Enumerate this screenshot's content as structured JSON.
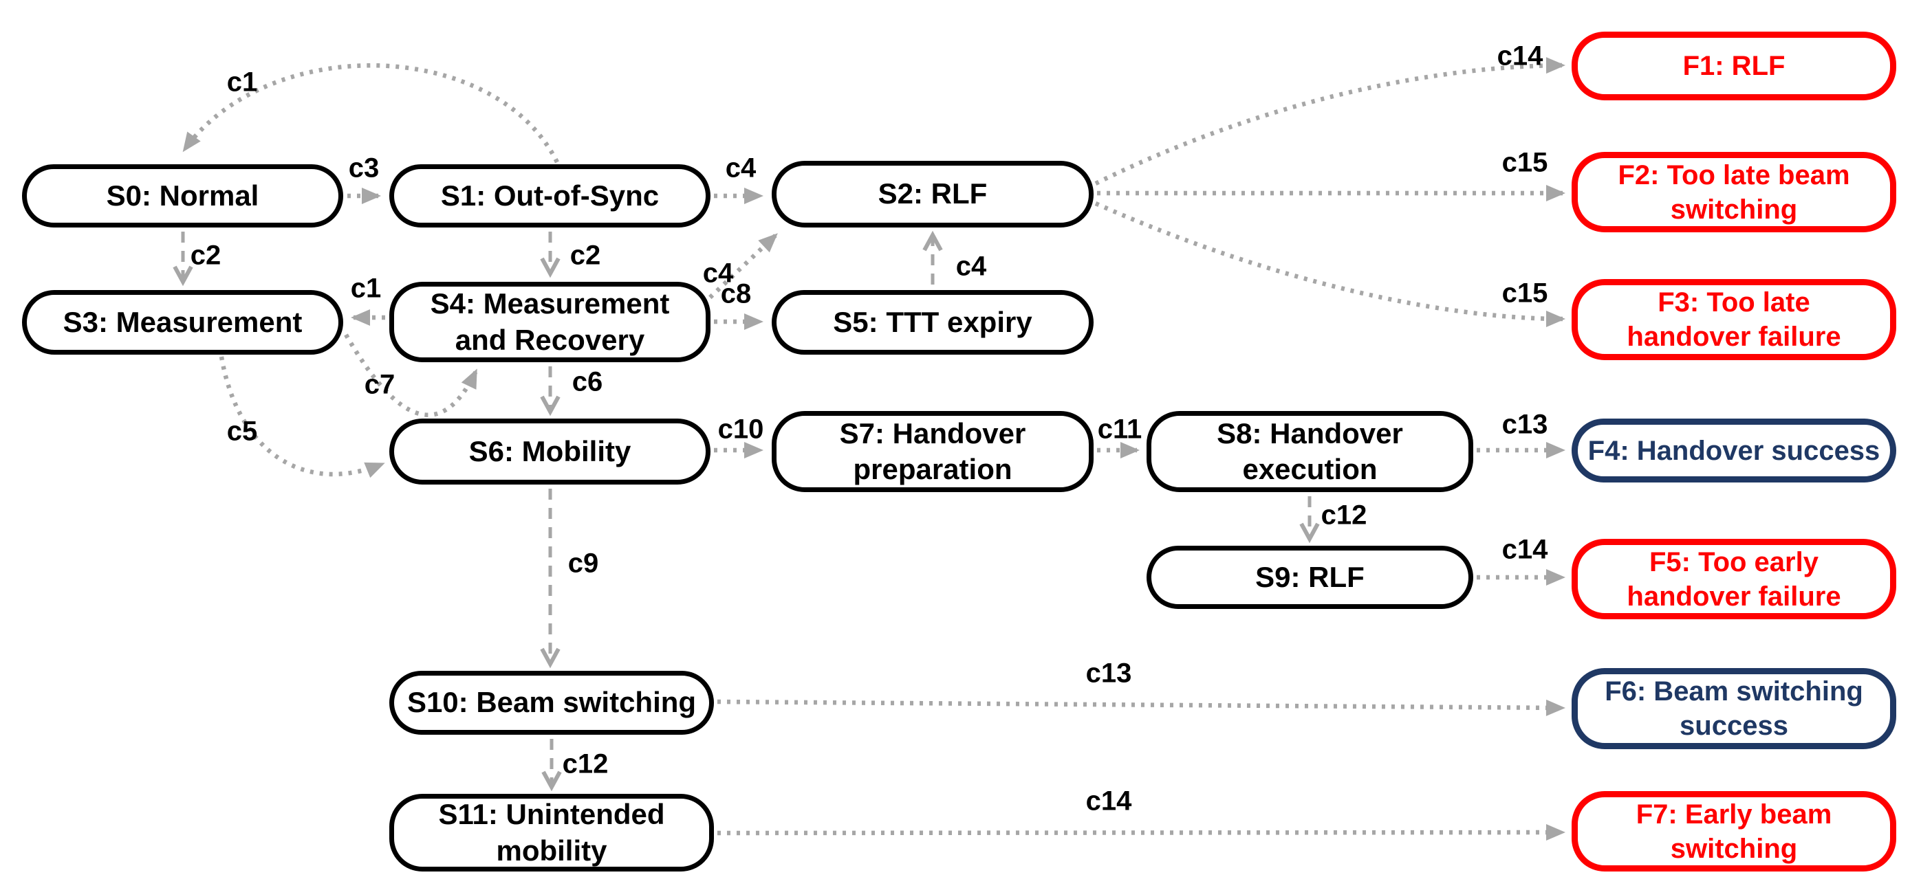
{
  "diagram": {
    "colors": {
      "state_border": "#000000",
      "failure": "#ff0000",
      "success": "#1f3864",
      "edge_gray": "#a6a6a6",
      "background": "#ffffff"
    },
    "states": [
      {
        "id": "S0",
        "label": "S0: Normal"
      },
      {
        "id": "S1",
        "label": "S1: Out-of-Sync"
      },
      {
        "id": "S2",
        "label": "S2: RLF"
      },
      {
        "id": "S3",
        "label": "S3: Measurement"
      },
      {
        "id": "S4",
        "label": "S4: Measurement\nand Recovery"
      },
      {
        "id": "S5",
        "label": "S5: TTT expiry"
      },
      {
        "id": "S6",
        "label": "S6: Mobility"
      },
      {
        "id": "S7",
        "label": "S7: Handover\npreparation"
      },
      {
        "id": "S8",
        "label": "S8: Handover\nexecution"
      },
      {
        "id": "S9",
        "label": "S9: RLF"
      },
      {
        "id": "S10",
        "label": "S10: Beam switching"
      },
      {
        "id": "S11",
        "label": "S11: Unintended\nmobility"
      }
    ],
    "outcomes": [
      {
        "id": "F1",
        "label": "F1: RLF",
        "kind": "failure"
      },
      {
        "id": "F2",
        "label": "F2: Too late beam\nswitching",
        "kind": "failure"
      },
      {
        "id": "F3",
        "label": "F3: Too late\nhandover failure",
        "kind": "failure"
      },
      {
        "id": "F4",
        "label": "F4: Handover success",
        "kind": "success"
      },
      {
        "id": "F5",
        "label": "F5: Too early\nhandover failure",
        "kind": "failure"
      },
      {
        "id": "F6",
        "label": "F6: Beam switching\nsuccess",
        "kind": "success"
      },
      {
        "id": "F7",
        "label": "F7: Early beam\nswitching",
        "kind": "failure"
      }
    ],
    "transitions": [
      {
        "label": "c1",
        "from": "S1",
        "to": "S0"
      },
      {
        "label": "c3",
        "from": "S0",
        "to": "S1"
      },
      {
        "label": "c2",
        "from": "S0",
        "to": "S3"
      },
      {
        "label": "c2",
        "from": "S1",
        "to": "S4"
      },
      {
        "label": "c4",
        "from": "S1",
        "to": "S2"
      },
      {
        "label": "c4",
        "from": "S4",
        "to": "S2"
      },
      {
        "label": "c4",
        "from": "S5",
        "to": "S2"
      },
      {
        "label": "c1",
        "from": "S4",
        "to": "S3"
      },
      {
        "label": "c8",
        "from": "S4",
        "to": "S5"
      },
      {
        "label": "c7",
        "from": "S3",
        "to": "S4"
      },
      {
        "label": "c6",
        "from": "S4",
        "to": "S6"
      },
      {
        "label": "c5",
        "from": "S3",
        "to": "S6"
      },
      {
        "label": "c10",
        "from": "S6",
        "to": "S7"
      },
      {
        "label": "c11",
        "from": "S7",
        "to": "S8"
      },
      {
        "label": "c13",
        "from": "S8",
        "to": "F4"
      },
      {
        "label": "c12",
        "from": "S8",
        "to": "S9"
      },
      {
        "label": "c14",
        "from": "S9",
        "to": "F5"
      },
      {
        "label": "c9",
        "from": "S6",
        "to": "S10"
      },
      {
        "label": "c13",
        "from": "S10",
        "to": "F6"
      },
      {
        "label": "c12",
        "from": "S10",
        "to": "S11"
      },
      {
        "label": "c14",
        "from": "S11",
        "to": "F7"
      },
      {
        "label": "c14",
        "from": "S2",
        "to": "F1"
      },
      {
        "label": "c15",
        "from": "S2",
        "to": "F2"
      },
      {
        "label": "c15",
        "from": "S2",
        "to": "F3"
      }
    ]
  }
}
